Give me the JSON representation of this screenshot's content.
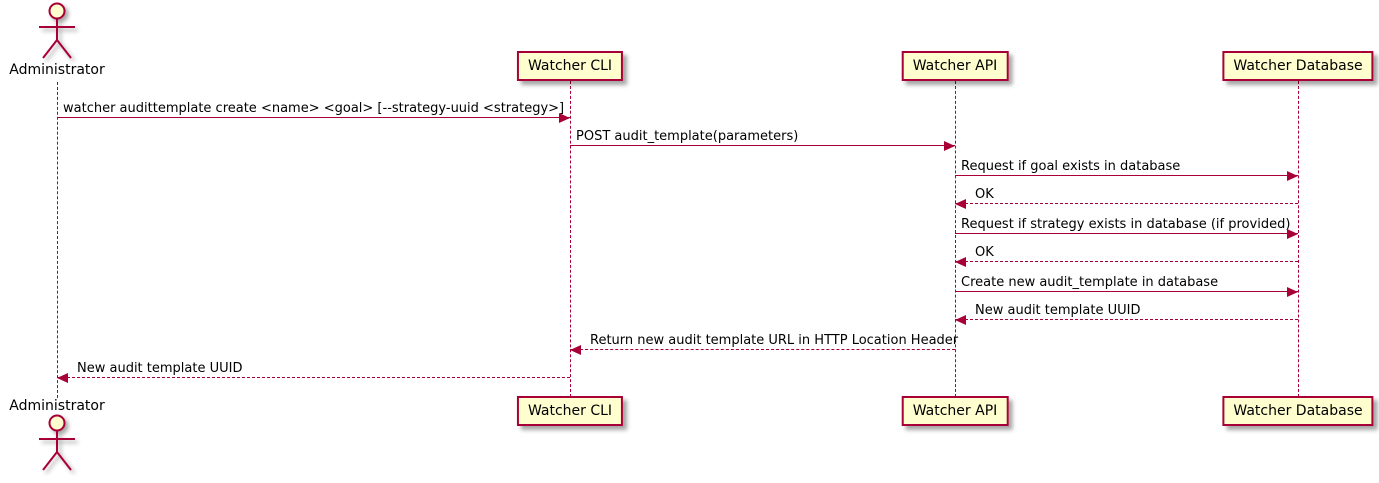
{
  "diagram": {
    "type": "sequence",
    "accent_color": "#A80036",
    "box_fill_color": "#FEFECE",
    "background_color": "#FFFFFF",
    "participants": [
      {
        "name": "Administrator",
        "kind": "actor"
      },
      {
        "name": "Watcher CLI",
        "kind": "participant"
      },
      {
        "name": "Watcher API",
        "kind": "participant"
      },
      {
        "name": "Watcher Database",
        "kind": "participant"
      }
    ],
    "messages": [
      {
        "from": 0,
        "to": 1,
        "line": "solid",
        "text": "watcher audittemplate create <name> <goal> [--strategy-uuid <strategy>]"
      },
      {
        "from": 1,
        "to": 2,
        "line": "solid",
        "text": "POST audit_template(parameters)"
      },
      {
        "from": 2,
        "to": 3,
        "line": "solid",
        "text": "Request if goal exists in database"
      },
      {
        "from": 3,
        "to": 2,
        "line": "dashed",
        "text": "OK"
      },
      {
        "from": 2,
        "to": 3,
        "line": "solid",
        "text": "Request if strategy exists in database (if provided)"
      },
      {
        "from": 3,
        "to": 2,
        "line": "dashed",
        "text": "OK"
      },
      {
        "from": 2,
        "to": 3,
        "line": "solid",
        "text": "Create new audit_template in database"
      },
      {
        "from": 3,
        "to": 2,
        "line": "dashed",
        "text": "New audit template UUID"
      },
      {
        "from": 2,
        "to": 1,
        "line": "dashed",
        "text": "Return new audit template URL in HTTP Location Header"
      },
      {
        "from": 1,
        "to": 0,
        "line": "dashed",
        "text": "New audit template UUID"
      }
    ]
  }
}
